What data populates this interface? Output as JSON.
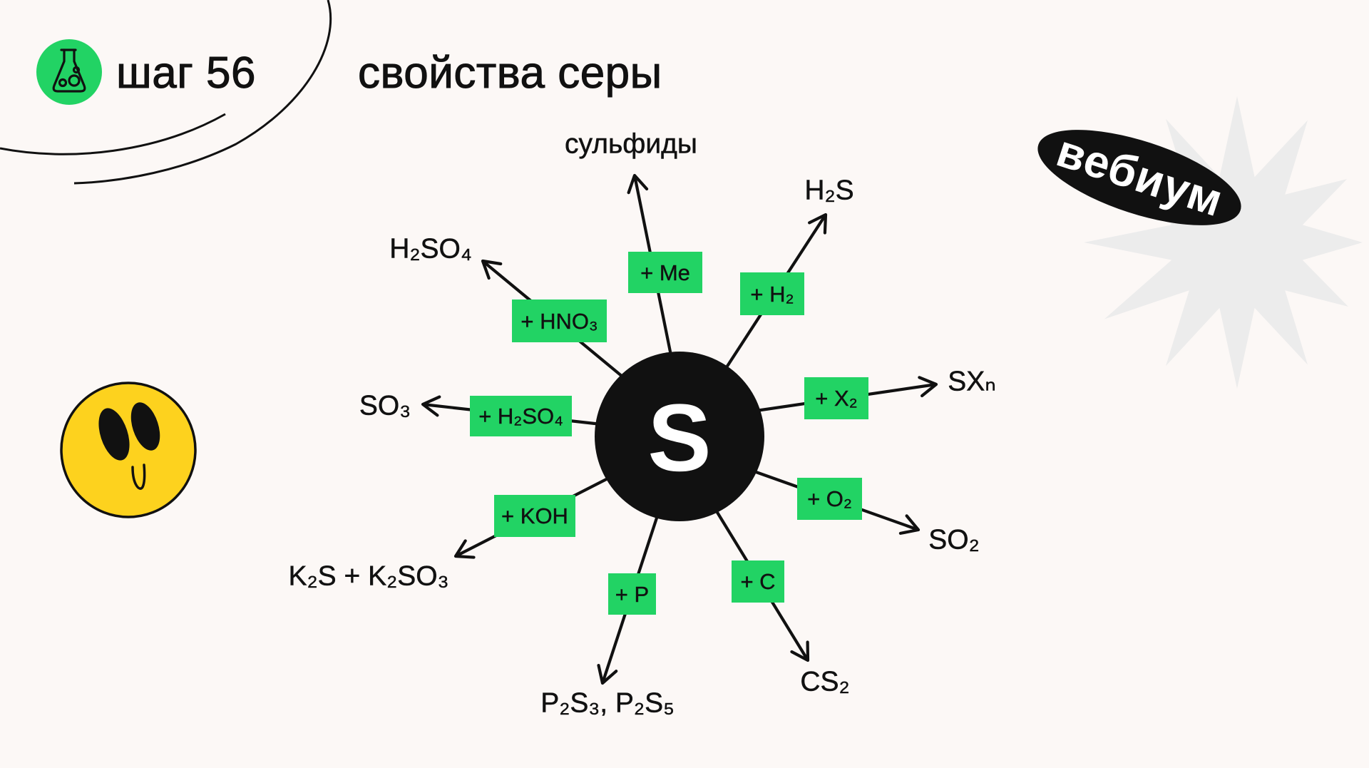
{
  "header": {
    "icon": "flask-icon",
    "step_label": "шаг 56",
    "title": "свойства серы"
  },
  "brand": {
    "logo_text": "вебиум"
  },
  "diagram": {
    "center_element": "S",
    "branches": [
      {
        "reagent": "+ Me",
        "product": "сульфиды"
      },
      {
        "reagent": "+ H₂",
        "product": "H₂S"
      },
      {
        "reagent": "+ X₂",
        "product": "SXₙ"
      },
      {
        "reagent": "+ O₂",
        "product": "SO₂"
      },
      {
        "reagent": "+ C",
        "product": "CS₂"
      },
      {
        "reagent": "+ P",
        "product": "P₂S₃, P₂S₅"
      },
      {
        "reagent": "+ KOH",
        "product": "K₂S + K₂SO₃"
      },
      {
        "reagent": "+ H₂SO₄",
        "product": "SO₃"
      },
      {
        "reagent": "+ HNO₃",
        "product": "H₂SO₄"
      }
    ]
  },
  "decor": {
    "mascot_icon": "smiley-face-icon"
  },
  "colors": {
    "background": "#fcf8f6",
    "accent": "#22d364",
    "ink": "#111111",
    "mascot_yellow": "#fdd21e",
    "starburst": "#ececec",
    "logo_text": "#ffffff"
  }
}
